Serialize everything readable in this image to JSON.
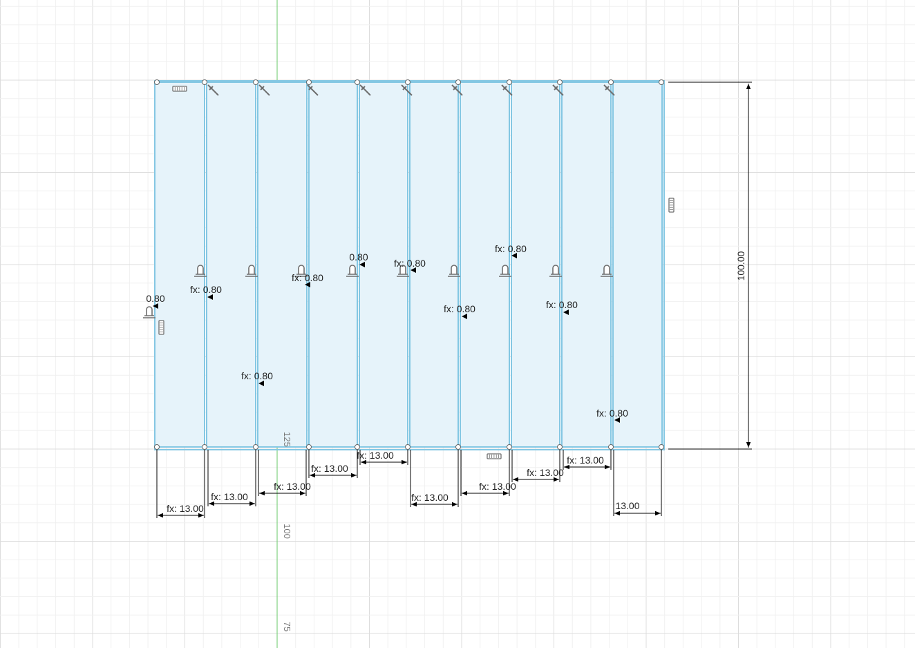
{
  "sketch": {
    "axis_labels": [
      "125",
      "100",
      "75"
    ],
    "height_dimension": "100.00",
    "width_dimensions": [
      "fx: 13.00",
      "fx: 13.00",
      "fx: 13.00",
      "fx: 13.00",
      "fx: 13.00",
      "fx: 13.00",
      "fx: 13.00",
      "fx: 13.00",
      "fx: 13.00",
      "13.00"
    ],
    "gap_dimensions": [
      "0.80",
      "fx: 0.80",
      "fx: 0.80",
      "fx: 0.80",
      "0.80",
      "fx: 0.80",
      "fx: 0.80",
      "fx: 0.80",
      "fx: 0.80",
      "fx: 0.80"
    ],
    "colors": {
      "profile_fill": "#e6f3fa",
      "profile_stroke": "#84c7e3",
      "grid_major": "#dcdcdc",
      "grid_minor": "#f0f0f0",
      "axis_green": "#7ed07e",
      "dimension": "#000000",
      "constraint_icon": "#6e6e6e"
    }
  }
}
